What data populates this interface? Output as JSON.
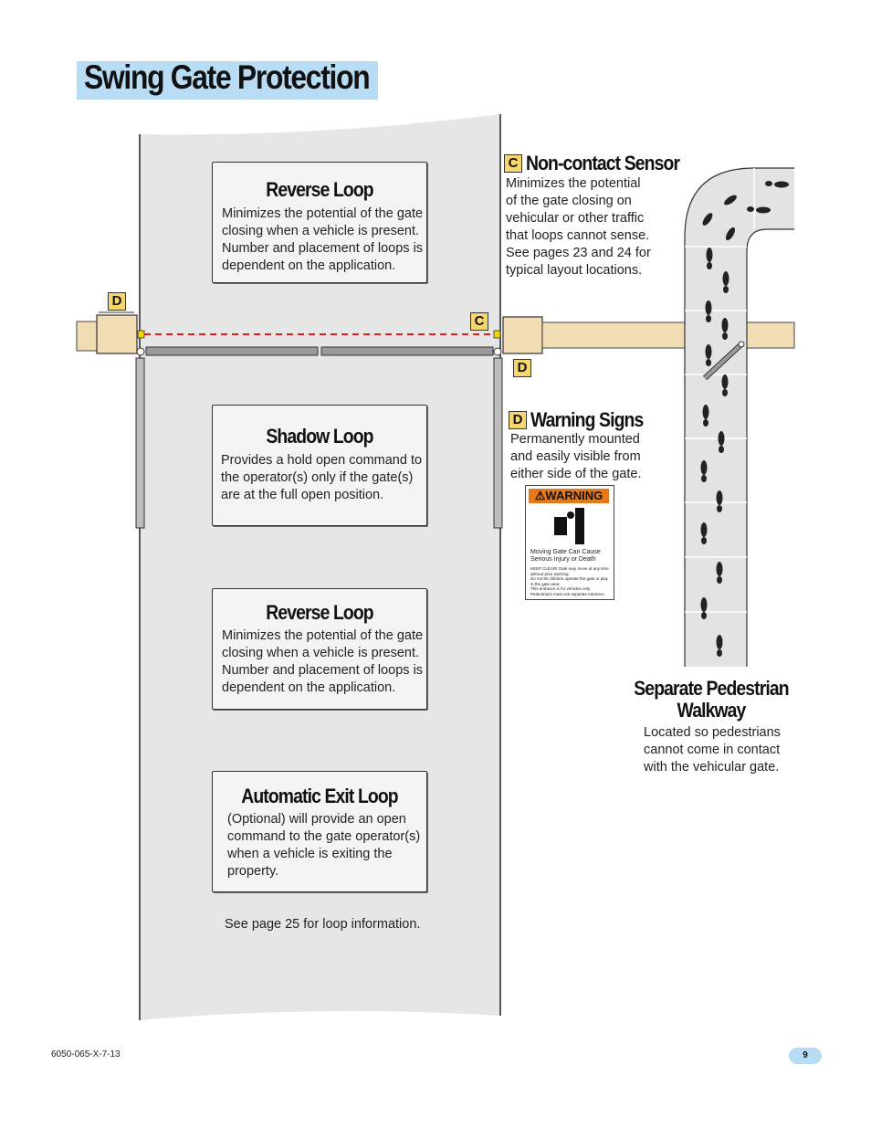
{
  "title": "Swing Gate Protection",
  "boxes": {
    "reverse_loop_top": {
      "title": "Reverse Loop",
      "lines": [
        "Minimizes the potential of the gate",
        "closing when a vehicle is present.",
        "Number and placement of loops is",
        "dependent on the application."
      ]
    },
    "shadow_loop": {
      "title": "Shadow Loop",
      "lines": [
        "Provides a hold open command to",
        "the operator(s) only if the gate(s)",
        "are at the full open position."
      ]
    },
    "reverse_loop_bottom": {
      "title": "Reverse Loop",
      "lines": [
        "Minimizes the potential of the gate",
        "closing when a vehicle is present.",
        "Number and placement of loops is",
        "dependent on the application."
      ]
    },
    "automatic_exit_loop": {
      "title": "Automatic Exit Loop",
      "lines": [
        "(Optional) will provide an open",
        "command to the gate operator(s)",
        "when a vehicle is exiting the",
        "property."
      ]
    }
  },
  "loop_note": "See page 25 for loop information.",
  "non_contact_sensor": {
    "tag": "C",
    "title": "Non-contact Sensor",
    "lines": [
      "Minimizes the potential",
      "of the gate closing on",
      "vehicular or other traffic",
      "that loops cannot sense.",
      "See pages 23 and 24 for",
      "typical layout locations."
    ]
  },
  "warning_signs": {
    "tag": "D",
    "title": "Warning Signs",
    "lines": [
      "Permanently mounted",
      "and easily visible from",
      "either side of the gate."
    ]
  },
  "warning_sign": {
    "header": "WARNING",
    "main_lines": [
      "Moving Gate Can Cause",
      "Serious Injury or Death"
    ],
    "small_lines": [
      "KEEP CLEAR! Gate may move at any time",
      "without prior warning.",
      "Do not let children operate the gate or play",
      "in the gate area.",
      "This entrance is for vehicles only.",
      "Pedestrians must use separate entrance."
    ]
  },
  "pedestrian": {
    "title_lines": [
      "Separate Pedestrian",
      "Walkway"
    ],
    "lines": [
      "Located so pedestrians",
      "cannot come in contact",
      "with the vehicular gate."
    ]
  },
  "diagram_tags": {
    "d_left": "D",
    "c_right": "C",
    "d_right": "D"
  },
  "footer": {
    "doc_code": "6050-065-X-7-13",
    "page_number": "9"
  },
  "colors": {
    "title_bg": "#b7dcf4",
    "tag_bg": "#f5d76e",
    "driveway": "#e6e6e6",
    "wall": "#f1ddb3",
    "beam": "#e02020",
    "warning_orange": "#e67817"
  }
}
